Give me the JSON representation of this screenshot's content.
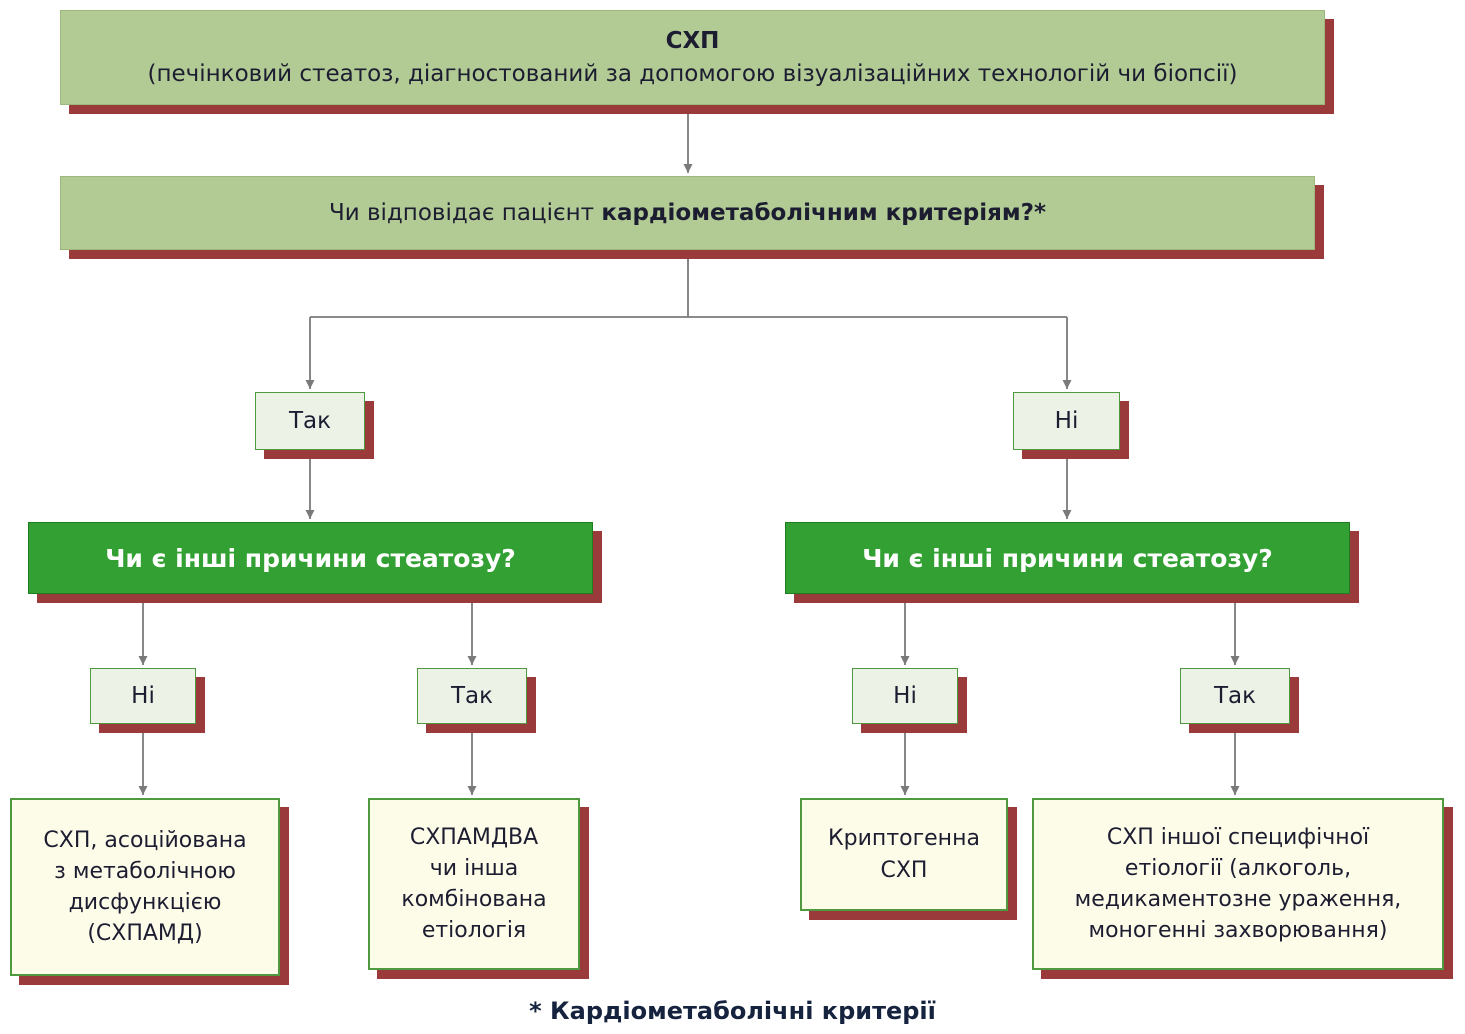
{
  "flow": {
    "top": {
      "title": "СХП",
      "subtitle": "(печінковий стеатоз, діагностований за допомогою візуалізаційних технологій чи біопсії)"
    },
    "question": {
      "prefix": "Чи відповідає пацієнт ",
      "bold": "кардіометаболічним критеріям?*"
    },
    "decisions": {
      "yes_left": "Так",
      "no_right": "Ні",
      "left_branch_no": "Ні",
      "left_branch_yes": "Так",
      "right_branch_no": "Ні",
      "right_branch_yes": "Так"
    },
    "questions2": {
      "left": "Чи є інші причини стеатозу?",
      "right": "Чи є інші причини стеатозу?"
    },
    "outcomes": {
      "o1": "СХП, асоційована з метаболічною дисфункцією (СХПАМД)",
      "o2": "СХПАМДВА чи інша комбінована етіологія",
      "o3": "Криптогенна СХП",
      "o4": "СХП іншої специфічної етіології (алкоголь, медикаментозне ураження, моногенні захворювання)"
    },
    "footnote": "* Кардіометаболічні критерії"
  },
  "colors": {
    "header_box_green": "#b2cb95",
    "question_box_green": "#32a032",
    "decision_box_bg": "#edf2e7",
    "outcome_box_bg": "#fdfce9",
    "box_border_green": "#4f9a3f",
    "shadow_maroon": "#9b3a3a",
    "arrow_gray": "#7a7a7a",
    "text_dark": "#1d1d31"
  }
}
